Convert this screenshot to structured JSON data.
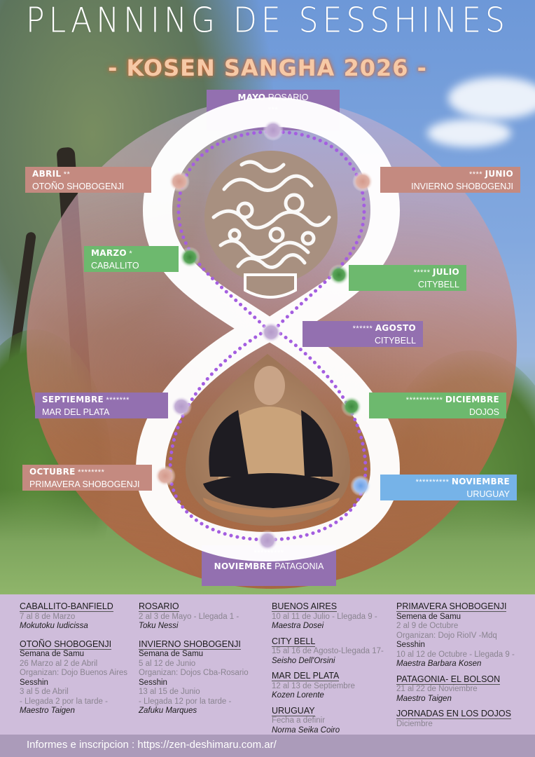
{
  "title": "PLANNING DE SESSHINES",
  "subtitle": "- KOSEN SANGHA 2026 -",
  "months": {
    "mayo": {
      "month": "MAYO",
      "location": "ROSARIO",
      "stars": "***",
      "color": "#9370b0"
    },
    "abril": {
      "month": "ABRIL",
      "stars": "**",
      "location": "OTOÑO SHOBOGENJI",
      "color": "#c48a80"
    },
    "junio": {
      "month": "JUNIO",
      "stars": "****",
      "location": "INVIERNO SHOBOGENJI",
      "color": "#c48a80"
    },
    "marzo": {
      "month": "MARZO",
      "stars": "*",
      "location": "CABALLITO",
      "color": "#6db96e"
    },
    "julio": {
      "month": "JULIO",
      "stars": "*****",
      "location": "CITYBELL",
      "color": "#6db96e"
    },
    "agosto": {
      "month": "AGOSTO",
      "stars": "******",
      "location": "CITYBELL",
      "color": "#9370b0"
    },
    "septiembre": {
      "month": "SEPTIEMBRE",
      "stars": "*******",
      "location": "MAR DEL PLATA",
      "color": "#9370b0"
    },
    "diciembre": {
      "month": "DICIEMBRE",
      "stars": "***********",
      "location": "DOJOS",
      "color": "#6db96e"
    },
    "octubre": {
      "month": "OCTUBRE",
      "stars": "********",
      "location": "PRIMAVERA SHOBOGENJI",
      "color": "#c48a80"
    },
    "noviembre_uy": {
      "month": "NOVIEMBRE",
      "stars": "**********",
      "location": "URUGUAY",
      "color": "#76b3e8"
    },
    "noviembre_pat": {
      "month": "NOVIEMBRE",
      "stars": "*********",
      "location": "PATAGONIA",
      "color": "#9370b0"
    }
  },
  "info": {
    "col1": {
      "caballito": {
        "heading": "CABALLITO-BANFIELD",
        "dates": "7 al 8 de Marzo",
        "teacher": "Mokutoku Iudicissa"
      },
      "otono": {
        "heading": "OTOÑO SHOBOGENJI",
        "samu_label": "Semana de Samu",
        "samu_dates": "26 Marzo al 2 de Abril",
        "organizers": "Organizan: Dojo Buenos Aires",
        "sesshin_label": "Sesshin",
        "sesshin_dates": "3 al 5 de Abril",
        "arrival": "- Llegada 2 por la tarde -",
        "teacher": "Maestro Taigen"
      }
    },
    "col2": {
      "rosario": {
        "heading": "ROSARIO",
        "dates": "2 al 3 de Mayo - Llegada 1 -",
        "teacher": "Toku Nessi"
      },
      "invierno": {
        "heading": "INVIERNO SHOBOGENJI",
        "samu_label": "Semana de Samu",
        "samu_dates": "5 al 12 de Junio",
        "organizers": "Organizan: Dojos Cba-Rosario",
        "sesshin_label": "Sesshin",
        "sesshin_dates": "13 al 15 de Junio",
        "arrival": "- Llegada 12 por la tarde -",
        "teacher": "Zafuku Marques"
      }
    },
    "col3": {
      "buenos_aires": {
        "heading": "BUENOS AIRES",
        "dates": "10 al 11 de Julio - Llegada 9 -",
        "teacher": "Maestra Dosei"
      },
      "city_bell": {
        "heading": "CITY BELL",
        "dates": "15 al 16 de Agosto-Llegada 17-",
        "teacher": "Seisho Dell'Orsini"
      },
      "mar_del_plata": {
        "heading": "MAR DEL PLATA",
        "dates": "12 al 13 de Septiembre",
        "teacher": "Kozen Lorente"
      },
      "uruguay": {
        "heading": "URUGUAY",
        "dates": "Fecha a definir",
        "teacher": "Norma Seika Coiro"
      }
    },
    "col4": {
      "primavera": {
        "heading": "PRIMAVERA SHOBOGENJI",
        "samu_label": "Semena de Samu",
        "samu_dates": "2 al 9 de Octubre",
        "organizers": "Organizan: Dojo RioIV -Mdq",
        "sesshin_label": "Sesshin",
        "sesshin_dates": "10 al 12 de Octubre - Llegada 9 -",
        "teacher": "Maestra Barbara Kosen"
      },
      "patagonia": {
        "heading": "PATAGONIA- EL BOLSON",
        "dates": "21 al 22 de Noviembre",
        "teacher": "Maestro Taigen"
      },
      "jornadas": {
        "heading": "JORNADAS EN LOS DOJOS",
        "dates": "Diciembre"
      }
    }
  },
  "footer": "Informes e inscripcion : https://zen-deshimaru.com.ar/",
  "colors": {
    "purple": "#9370b0",
    "salmon": "#c48a80",
    "green": "#6db96e",
    "blue": "#76b3e8",
    "dots": "#a45ee0",
    "info_bg": "#cfbddb",
    "footer_bg": "#ab9bba"
  }
}
